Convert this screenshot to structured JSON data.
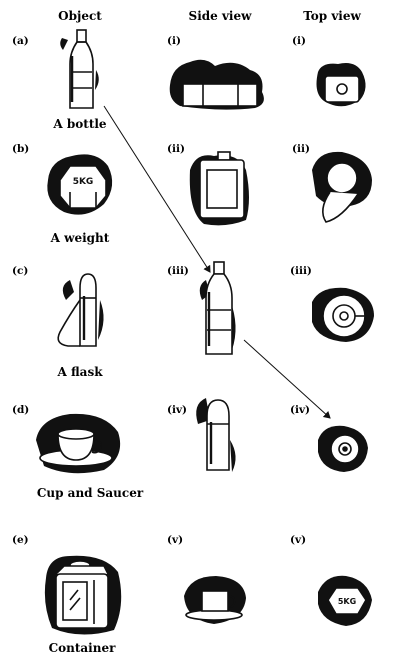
{
  "headers": {
    "object": "Object",
    "side": "Side view",
    "top": "Top view"
  },
  "rows": [
    {
      "object_label": "(a)",
      "caption": "A bottle",
      "side_label": "(i)",
      "top_label": "(i)"
    },
    {
      "object_label": "(b)",
      "caption": "A weight",
      "side_label": "(ii)",
      "top_label": "(ii)"
    },
    {
      "object_label": "(c)",
      "caption": "A flask",
      "side_label": "(iii)",
      "top_label": "(iii)"
    },
    {
      "object_label": "(d)",
      "caption": "Cup and Saucer",
      "side_label": "(iv)",
      "top_label": "(iv)"
    },
    {
      "object_label": "(e)",
      "caption": "Container",
      "side_label": "(v)",
      "top_label": "(v)"
    }
  ],
  "weight_marking": "5KG",
  "colors": {
    "ink": "#111111",
    "paper": "#ffffff"
  }
}
